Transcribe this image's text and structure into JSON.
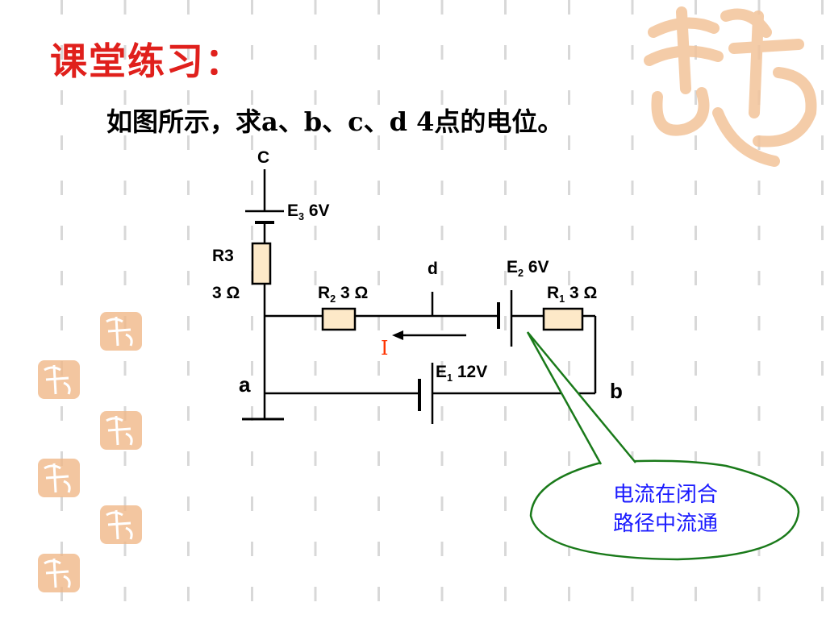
{
  "slide": {
    "title": "课堂练习：",
    "question": "如图所示，求a、b、c、d 4点的电位。"
  },
  "circuit": {
    "node_c": "C",
    "node_d": "d",
    "node_a": "a",
    "node_b": "b",
    "e3": {
      "name": "E",
      "sub": "3",
      "value": "6V"
    },
    "e2": {
      "name": "E",
      "sub": "2",
      "value": "6V"
    },
    "e1": {
      "name": "E",
      "sub": "1",
      "value": "12V"
    },
    "r3": {
      "name": "R3",
      "value": "3 Ω"
    },
    "r2": {
      "name": "R",
      "sub": "2",
      "value": "3 Ω"
    },
    "r1": {
      "name": "R",
      "sub": "1",
      "value": "3 Ω"
    },
    "current": "I"
  },
  "callout": {
    "line1": "电流在闭合",
    "line2": "路径中流通"
  },
  "colors": {
    "title": "#e0201c",
    "callout_border": "#1a7a1a",
    "callout_text": "#1a1aff",
    "current": "#ff3300",
    "watermark": "#f0b070"
  }
}
